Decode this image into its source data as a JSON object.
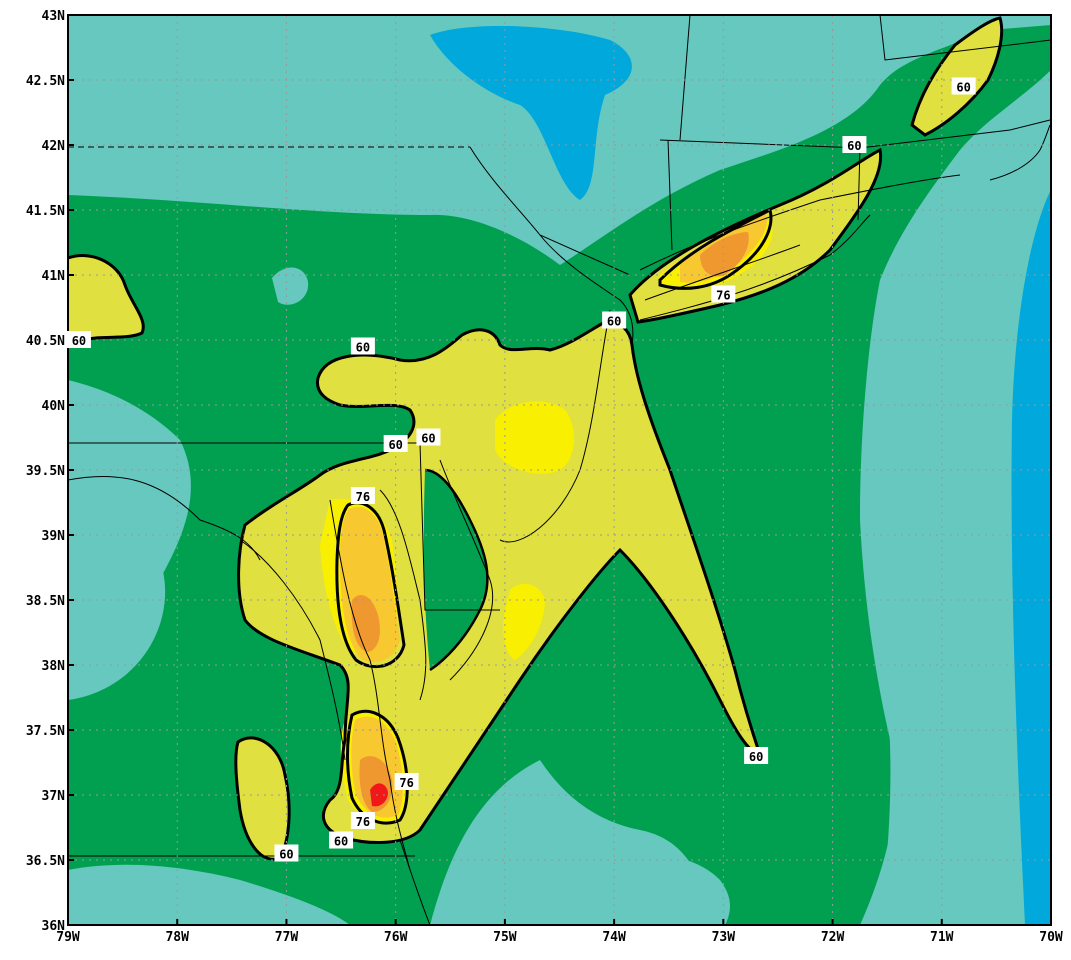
{
  "colors": {
    "blue": "#00A8DC",
    "teal": "#66C8BE",
    "green": "#00A050",
    "yellow_green": "#E0E040",
    "yellow": "#F8F000",
    "light_orange": "#F8C830",
    "orange": "#F09830",
    "red": "#F01818"
  },
  "axes": {
    "x_ticks": [
      "79W",
      "78W",
      "77W",
      "76W",
      "75W",
      "74W",
      "73W",
      "72W",
      "71W",
      "70W"
    ],
    "y_ticks": [
      "43N",
      "42.5N",
      "42N",
      "41.5N",
      "41N",
      "40.5N",
      "40N",
      "39.5N",
      "39N",
      "38.5N",
      "38N",
      "37.5N",
      "37N",
      "36.5N",
      "36N"
    ],
    "lon_range": [
      -79,
      -70
    ],
    "lat_range": [
      36,
      43
    ],
    "grid": "dotted"
  },
  "contour_labels": [
    {
      "text": "60",
      "lon": -70.8,
      "lat": 42.45
    },
    {
      "text": "60",
      "lon": -71.8,
      "lat": 42.0
    },
    {
      "text": "76",
      "lon": -73.0,
      "lat": 40.85
    },
    {
      "text": "60",
      "lon": -74.0,
      "lat": 40.65
    },
    {
      "text": "60",
      "lon": -78.9,
      "lat": 40.5
    },
    {
      "text": "60",
      "lon": -76.3,
      "lat": 40.45
    },
    {
      "text": "60",
      "lon": -75.7,
      "lat": 39.75
    },
    {
      "text": "60",
      "lon": -76.0,
      "lat": 39.7
    },
    {
      "text": "76",
      "lon": -76.3,
      "lat": 39.3
    },
    {
      "text": "60",
      "lon": -72.7,
      "lat": 37.3
    },
    {
      "text": "76",
      "lon": -75.9,
      "lat": 37.1
    },
    {
      "text": "76",
      "lon": -76.3,
      "lat": 36.8
    },
    {
      "text": "60",
      "lon": -76.5,
      "lat": 36.65
    },
    {
      "text": "60",
      "lon": -77.0,
      "lat": 36.55
    }
  ]
}
